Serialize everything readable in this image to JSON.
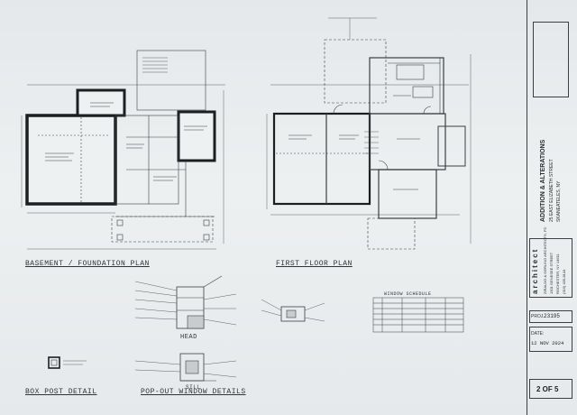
{
  "plans": {
    "basement_title": "BASEMENT / FOUNDATION PLAN",
    "first_floor_title": "FIRST FLOOR PLAN",
    "box_post_title": "BOX POST DETAIL",
    "popout_title": "POP-OUT WINDOW DETAILS",
    "head_label": "HEAD",
    "sill_label": "SILL",
    "window_schedule_title": "WINDOW SCHEDULE"
  },
  "title_block": {
    "firm_name": "architect",
    "firm_line1": "ZIRALDO & GERLING ARCHITECTS, PC",
    "firm_line2": "1301 GENESEE STREET",
    "firm_line3": "ROCHESTER, NY 14611",
    "firm_phone": "(315) 435-8144",
    "project_title": "ADDITION & ALTERATIONS",
    "project_address": "25 EAST ELIZABETH STREET",
    "project_city": "SKANEATELES, NY",
    "proj_label": "PROJ.",
    "proj_value": "23195",
    "date_label": "DATE:",
    "date_value": "12 NOV 2024",
    "sheet_label": "2 OF 5"
  },
  "colors": {
    "ink": "#2f3438",
    "paper": "#e9ecee",
    "wall_fill": "#1c1f22"
  }
}
